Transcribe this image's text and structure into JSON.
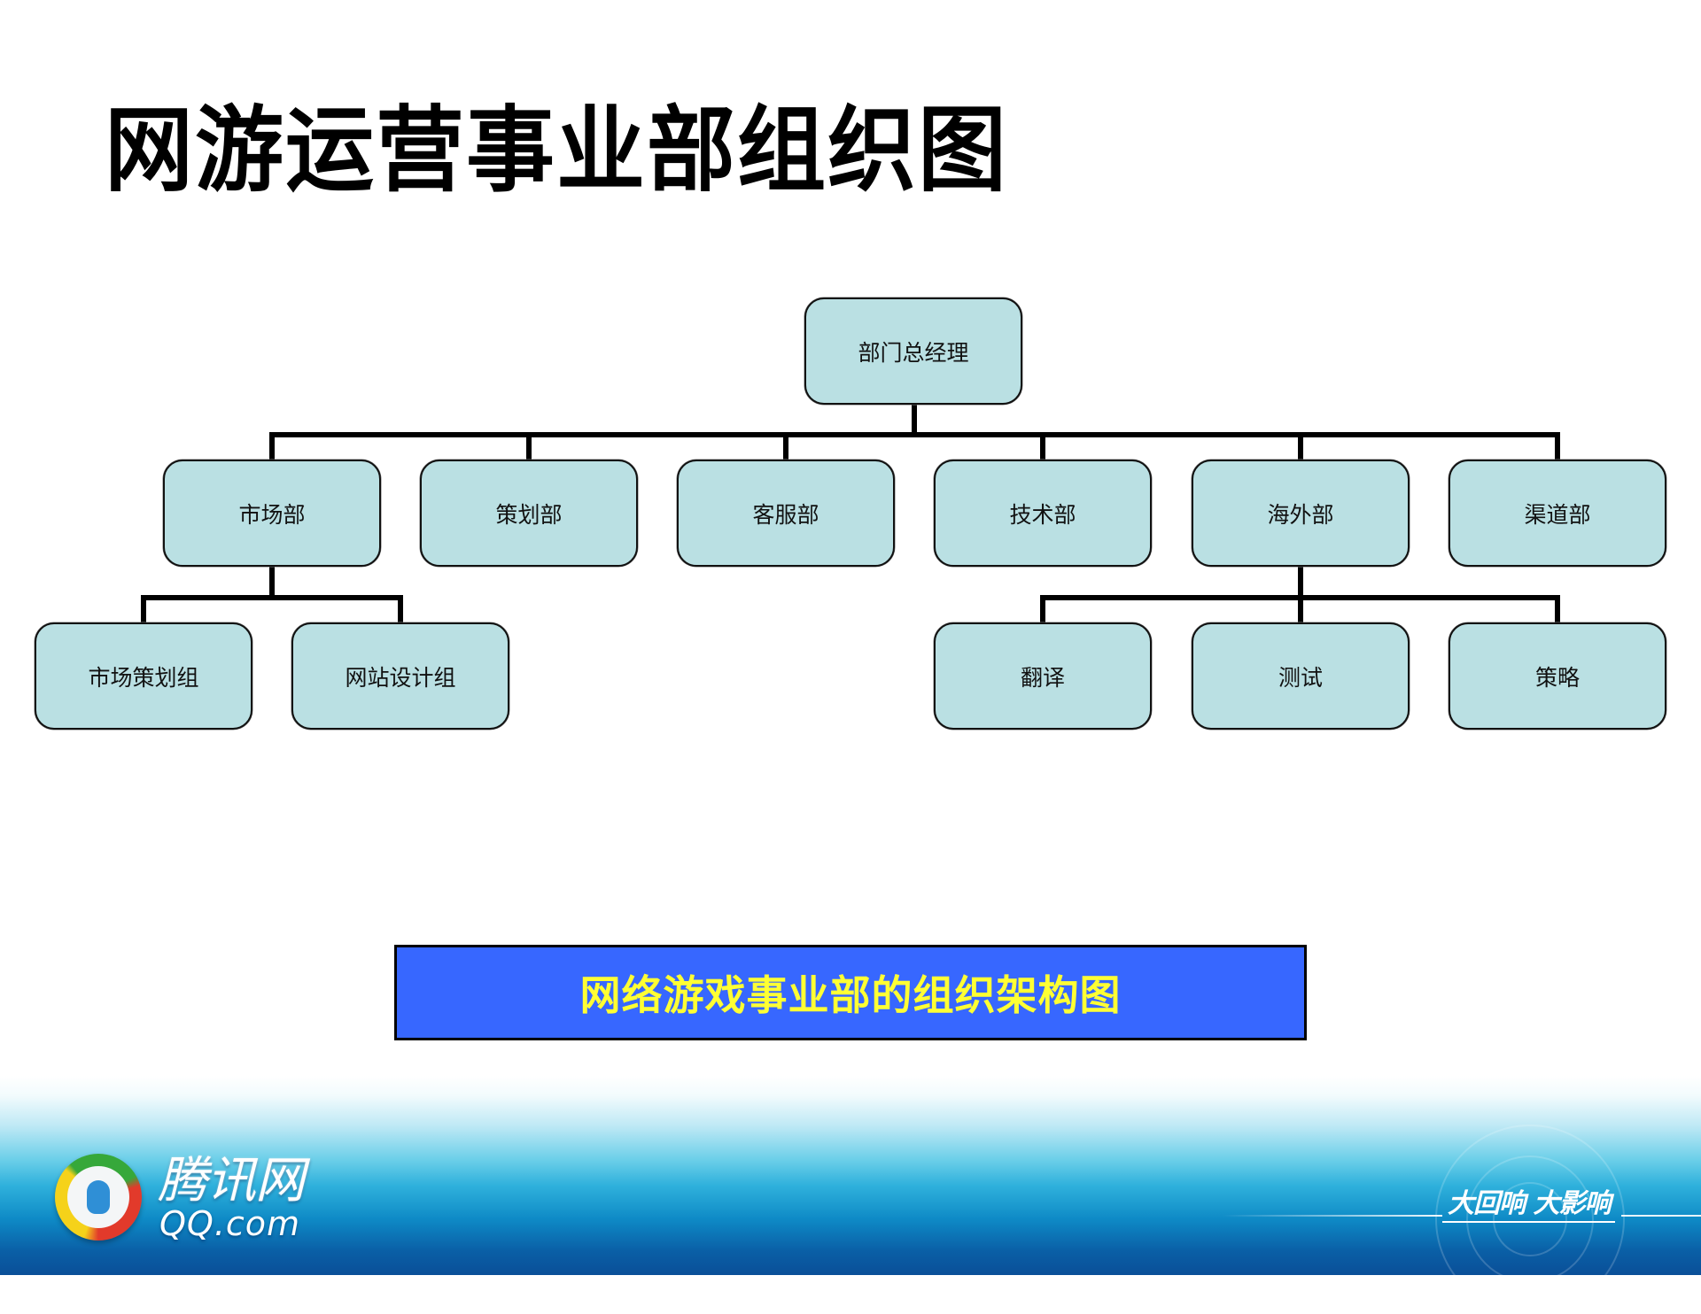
{
  "slide": {
    "title": "网游运营事业部组织图",
    "caption": "网络游戏事业部的组织架构图"
  },
  "colors": {
    "node_fill": "#bae0e3",
    "node_border": "#111111",
    "connector": "#000000",
    "banner_fill": "#3767ff",
    "banner_text": "#ffff33"
  },
  "org_chart": {
    "root": "部门总经理",
    "departments": [
      {
        "name": "市场部",
        "children": [
          "市场策划组",
          "网站设计组"
        ]
      },
      {
        "name": "策划部",
        "children": []
      },
      {
        "name": "客服部",
        "children": []
      },
      {
        "name": "技术部",
        "children": []
      },
      {
        "name": "海外部",
        "children": [
          "翻译",
          "测试",
          "策略"
        ]
      },
      {
        "name": "渠道部",
        "children": []
      }
    ]
  },
  "footer": {
    "logo_icon": "qq-penguin-ring-logo",
    "logo_text": "腾讯网",
    "logo_domain": "QQ.com",
    "slogan": "大回响 大影响"
  }
}
